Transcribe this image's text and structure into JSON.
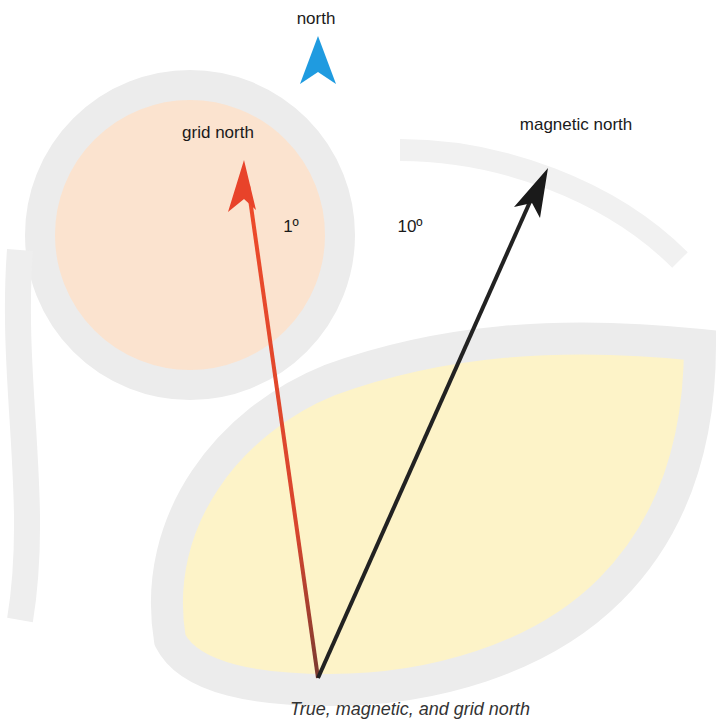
{
  "diagram": {
    "caption": "True, magnetic, and grid north",
    "labels": [
      "north",
      "grid north",
      "magnetic north",
      "1º",
      "10º"
    ]
  }
}
